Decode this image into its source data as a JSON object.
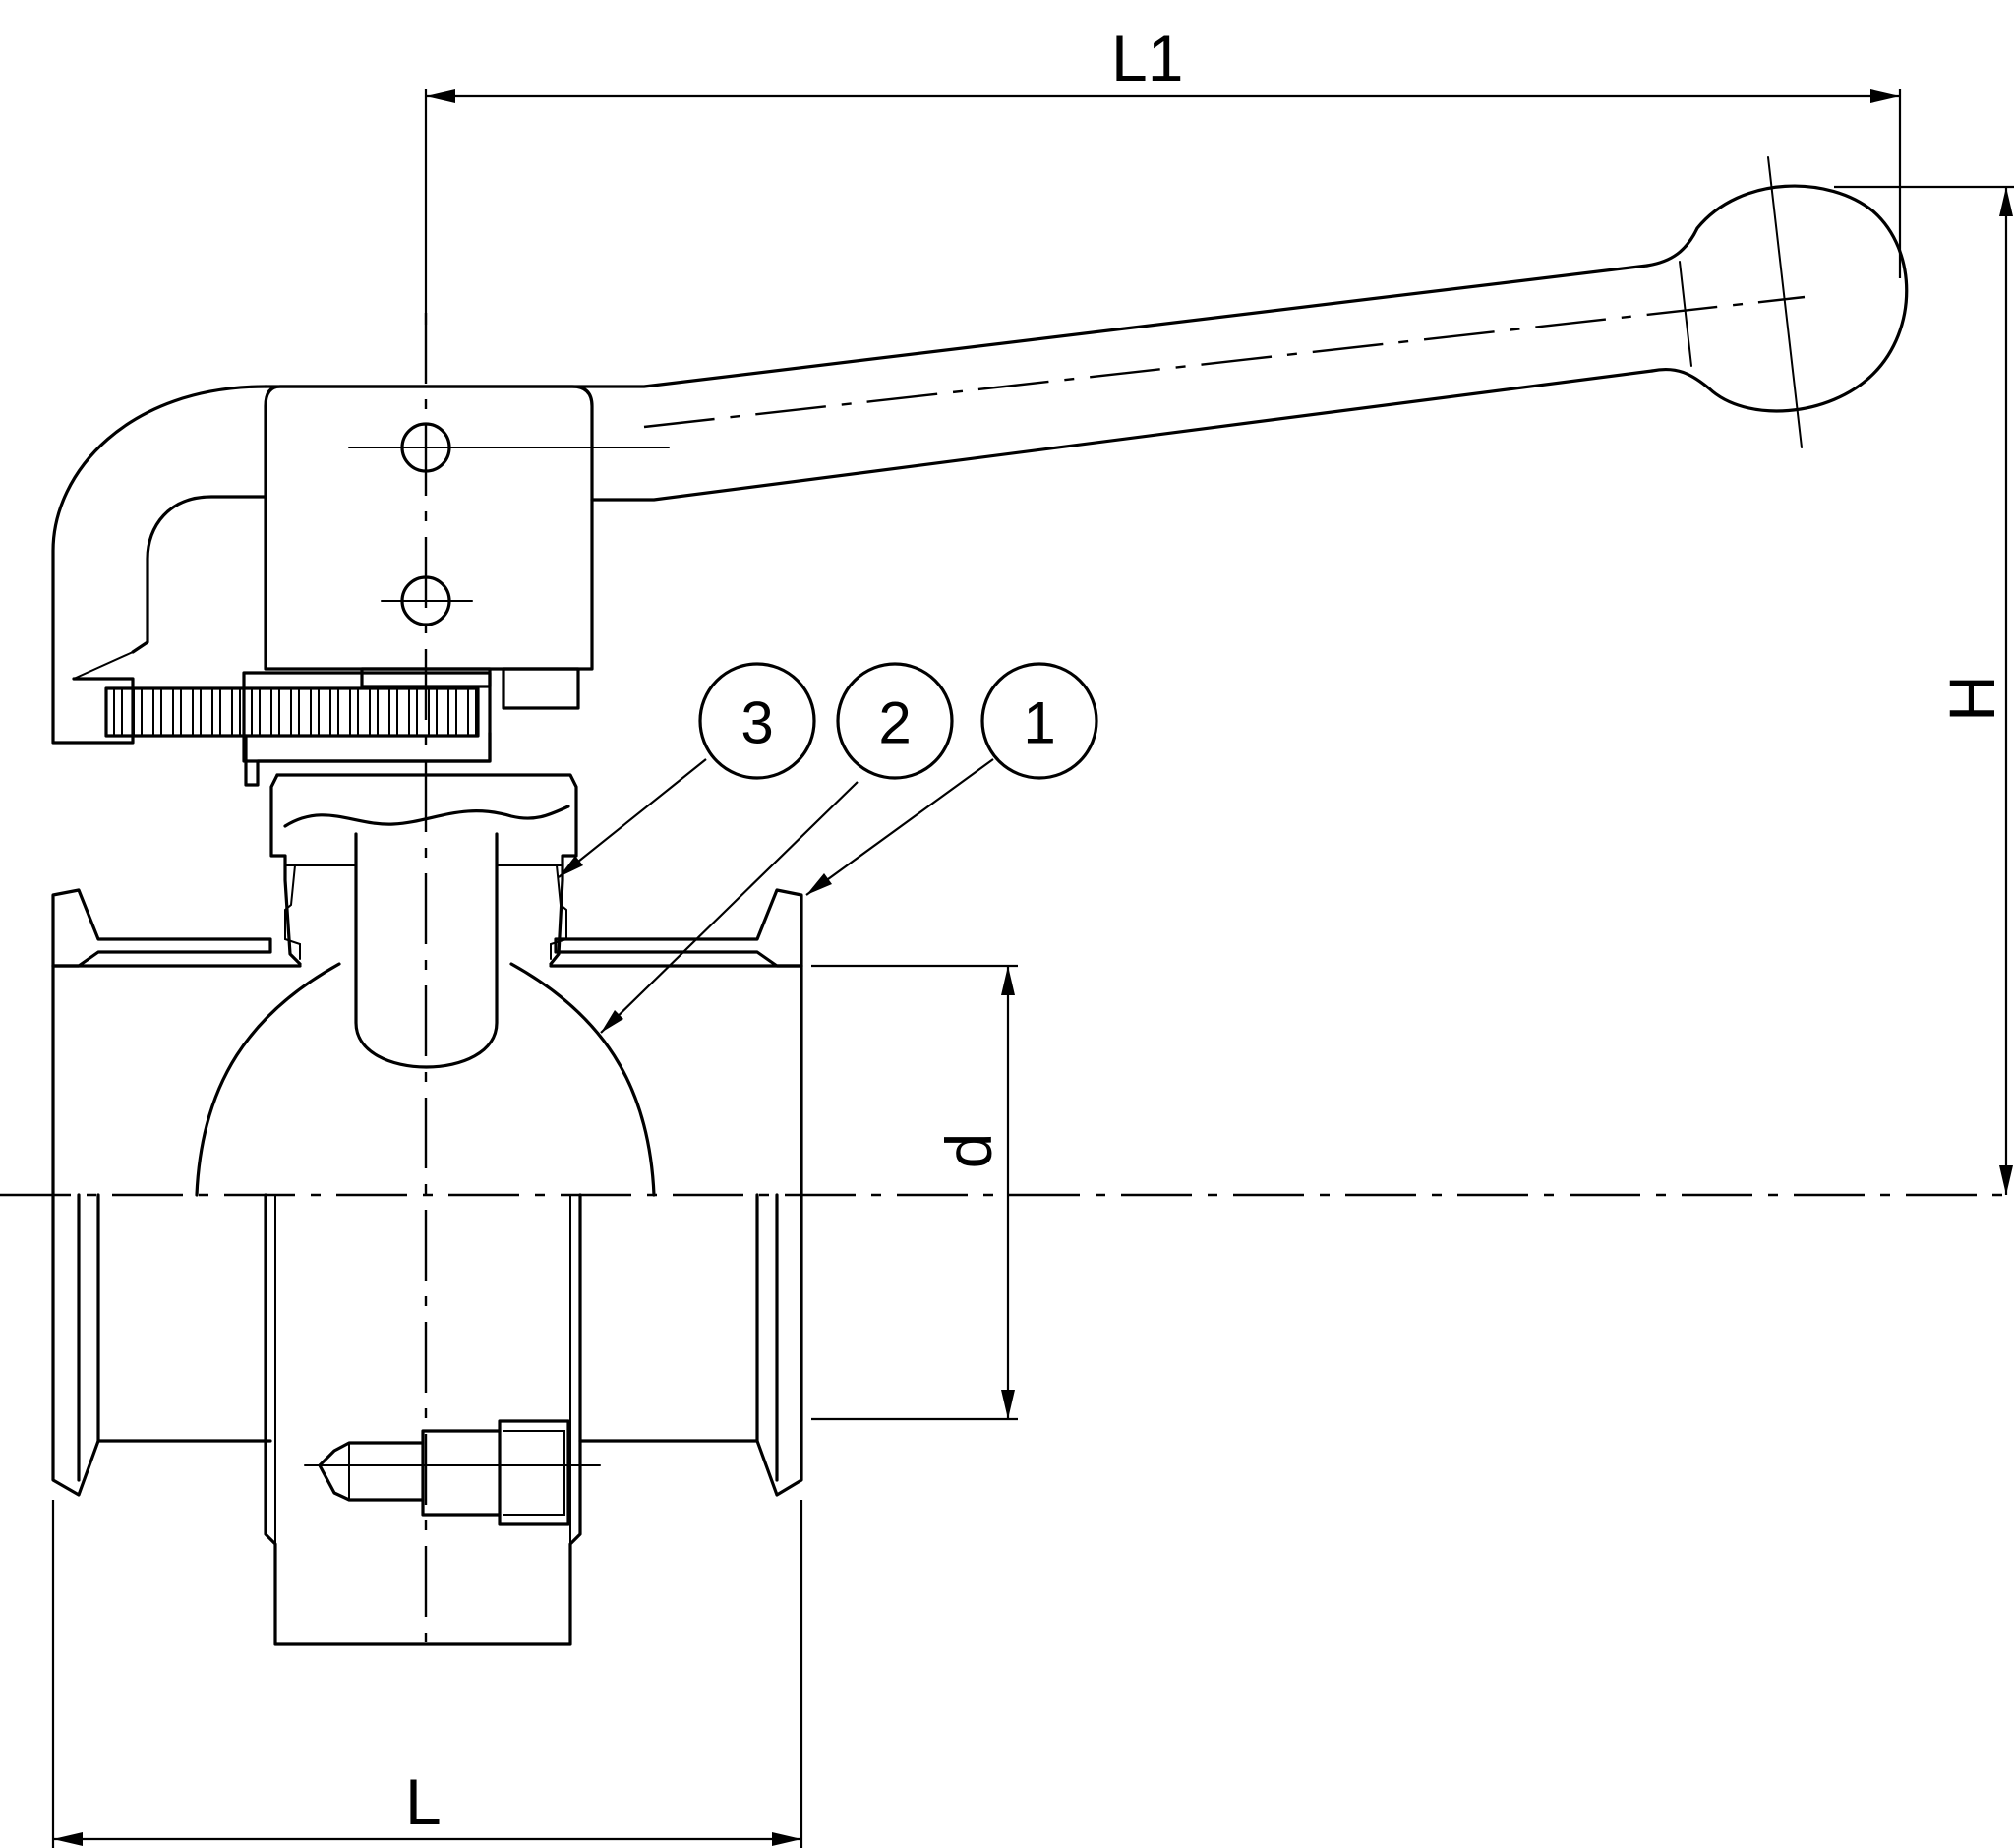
{
  "dimensions": {
    "overall_length": "L",
    "lever_length": "L1",
    "height": "H",
    "bore_diameter": "d"
  },
  "callouts": [
    {
      "number": "3"
    },
    {
      "number": "2"
    },
    {
      "number": "1"
    }
  ]
}
